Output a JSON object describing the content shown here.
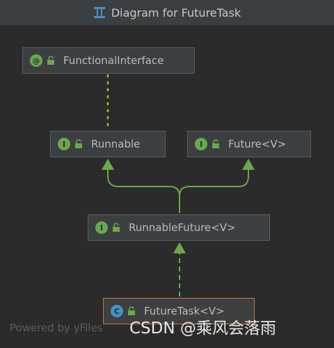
{
  "window": {
    "title": "Diagram for FutureTask",
    "title_icon": "diagram-icon"
  },
  "nodes": {
    "functional_interface": {
      "label": "FunctionalInterface",
      "kind": "annotation"
    },
    "runnable": {
      "label": "Runnable",
      "kind": "interface",
      "badge": "I"
    },
    "future": {
      "label": "Future<V>",
      "kind": "interface",
      "badge": "I"
    },
    "runnable_future": {
      "label": "RunnableFuture<V>",
      "kind": "interface",
      "badge": "I"
    },
    "future_task": {
      "label": "FutureTask<V>",
      "kind": "class",
      "badge": "C",
      "selected": true
    }
  },
  "edges": [
    {
      "from": "runnable",
      "to": "functional_interface",
      "type": "annotation"
    },
    {
      "from": "runnable_future",
      "to": "runnable",
      "type": "extends"
    },
    {
      "from": "runnable_future",
      "to": "future",
      "type": "extends"
    },
    {
      "from": "future_task",
      "to": "runnable_future",
      "type": "implements"
    }
  ],
  "footer": {
    "text": "Powered by yFiles"
  },
  "watermark": {
    "text": "CSDN @乘风会落雨"
  },
  "colors": {
    "background": "#2b2b2b",
    "node_bg": "#3c3f41",
    "edge_green": "#6aa84f",
    "annotation_yellow": "#b5b82b",
    "class_blue": "#3f95c9",
    "selected_border": "#c87a3a"
  }
}
